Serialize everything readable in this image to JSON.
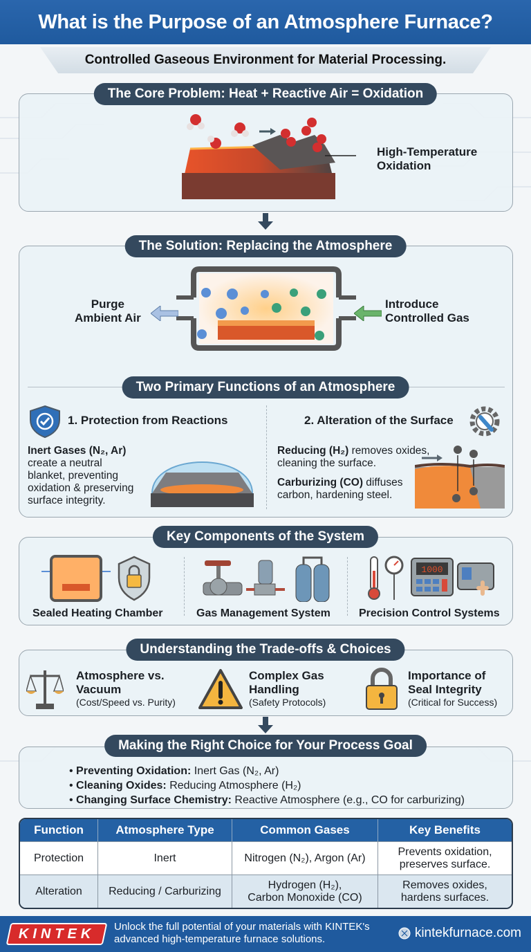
{
  "header": {
    "title": "What is the Purpose of an Atmosphere Furnace?",
    "subtitle": "Controlled Gaseous Environment for Material Processing."
  },
  "core_problem": {
    "heading": "The Core Problem: Heat + Reactive Air = Oxidation",
    "callout": "High-Temperature Oxidation",
    "callout_line1": "High-Temperature",
    "callout_line2": "Oxidation"
  },
  "solution": {
    "heading": "The Solution: Replacing the Atmosphere",
    "left_label_line1": "Purge",
    "left_label_line2": "Ambient Air",
    "right_label_line1": "Introduce",
    "right_label_line2": "Controlled Gas"
  },
  "functions": {
    "heading": "Two Primary Functions of an Atmosphere",
    "protection": {
      "title": "1. Protection from Reactions",
      "bold": "Inert Gases (N₂, Ar)",
      "text_lines": [
        "create a neutral",
        "blanket, preventing",
        "oxidation & preserving",
        "surface integrity."
      ]
    },
    "alteration": {
      "title": "2. Alteration of the Surface",
      "reducing_bold": "Reducing (H₂)",
      "reducing_text": " removes oxides,",
      "reducing_text2": "cleaning the surface.",
      "carburizing_bold": "Carburizing (CO)",
      "carburizing_text": " diffuses",
      "carburizing_text2": "carbon, hardening steel."
    }
  },
  "components": {
    "heading": "Key Components of the System",
    "items": [
      {
        "label": "Sealed Heating Chamber",
        "icons": [
          "furnace-chamber-icon",
          "shield-lock-icon"
        ]
      },
      {
        "label": "Gas Management System",
        "icons": [
          "valve-icon",
          "regulator-icon",
          "gas-cylinders-icon"
        ]
      },
      {
        "label": "Precision Control Systems",
        "icons": [
          "thermometer-icon",
          "pressure-gauge-icon",
          "digital-controller-icon",
          "touch-panel-icon"
        ],
        "display_value": "1000"
      }
    ]
  },
  "tradeoffs": {
    "heading": "Understanding the Trade-offs & Choices",
    "items": [
      {
        "title_line1": "Atmosphere vs.",
        "title_line2": "Vacuum",
        "note": "(Cost/Speed vs. Purity)",
        "icon": "balance-scale-icon"
      },
      {
        "title_line1": "Complex Gas",
        "title_line2": "Handling",
        "note": "(Safety Protocols)",
        "icon": "warning-triangle-icon"
      },
      {
        "title_line1": "Importance of",
        "title_line2": "Seal Integrity",
        "note": "(Critical for Success)",
        "icon": "padlock-icon"
      }
    ]
  },
  "choice": {
    "heading": "Making the Right Choice for Your Process Goal",
    "bullets": [
      {
        "bold": "Preventing Oxidation:",
        "text": " Inert Gas (N₂, Ar)"
      },
      {
        "bold": "Cleaning Oxides:",
        "text": " Reducing Atmosphere (H₂)"
      },
      {
        "bold": "Changing Surface Chemistry:",
        "text": " Reactive Atmosphere (e.g., CO for carburizing)"
      }
    ]
  },
  "table": {
    "headers": [
      "Function",
      "Atmosphere Type",
      "Common Gases",
      "Key Benefits"
    ],
    "rows": [
      [
        "Protection",
        "Inert",
        "Nitrogen (N₂), Argon (Ar)",
        "Prevents oxidation, preserves surface."
      ],
      [
        "Alteration",
        "Reducing / Carburizing",
        "Hydrogen (H₂), Carbon Monoxide (CO)",
        "Removes oxides, hardens surfaces."
      ]
    ],
    "row1": {
      "c1": "Protection",
      "c2": "Inert",
      "c3": "Nitrogen (N₂), Argon (Ar)",
      "c4a": "Prevents oxidation,",
      "c4b": "preserves surface."
    },
    "row2": {
      "c1": "Alteration",
      "c2": "Reducing / Carburizing",
      "c3a": "Hydrogen (H₂),",
      "c3b": "Carbon Monoxide (CO)",
      "c4a": "Removes oxides,",
      "c4b": "hardens surfaces."
    }
  },
  "footer": {
    "brand": "KINTEK",
    "tagline_line1": "Unlock the full potential of your materials with KINTEK's",
    "tagline_line2": "advanced high-temperature furnace solutions.",
    "website": "kintekfurnace.com"
  },
  "colors": {
    "header_blue": "#2163a8",
    "pill_dark": "#34495e",
    "brand_red": "#d82b2b",
    "panel_bg": "#eaf2f6",
    "accent_orange": "#f07a2a",
    "gas_green": "#4caf50",
    "air_blue": "#7ea7d8"
  }
}
